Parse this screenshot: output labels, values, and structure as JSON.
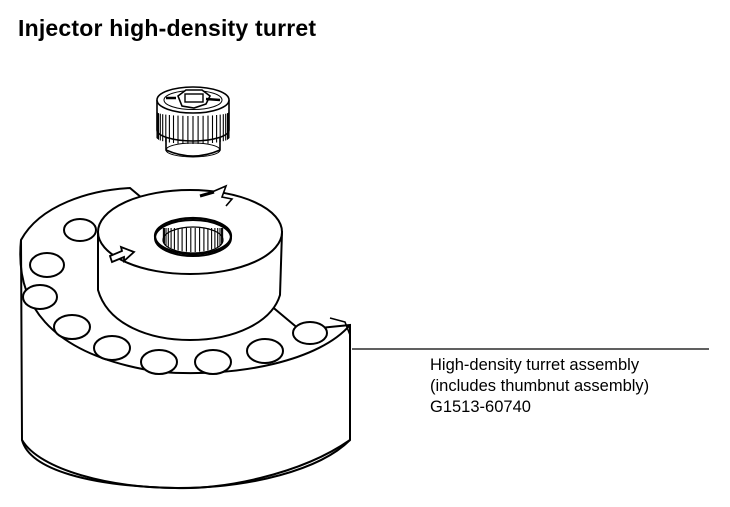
{
  "page": {
    "title": "Injector high-density turret"
  },
  "callout": {
    "line1": "High-density turret assembly",
    "line2": "(includes thumbnut assembly)",
    "part_number": "G1513-60740"
  },
  "colors": {
    "ink": "#000000",
    "paper": "#ffffff"
  },
  "icons": {
    "thumbnut": "thumbnut-icon",
    "direction_arrow": "arrow-right-icon"
  }
}
